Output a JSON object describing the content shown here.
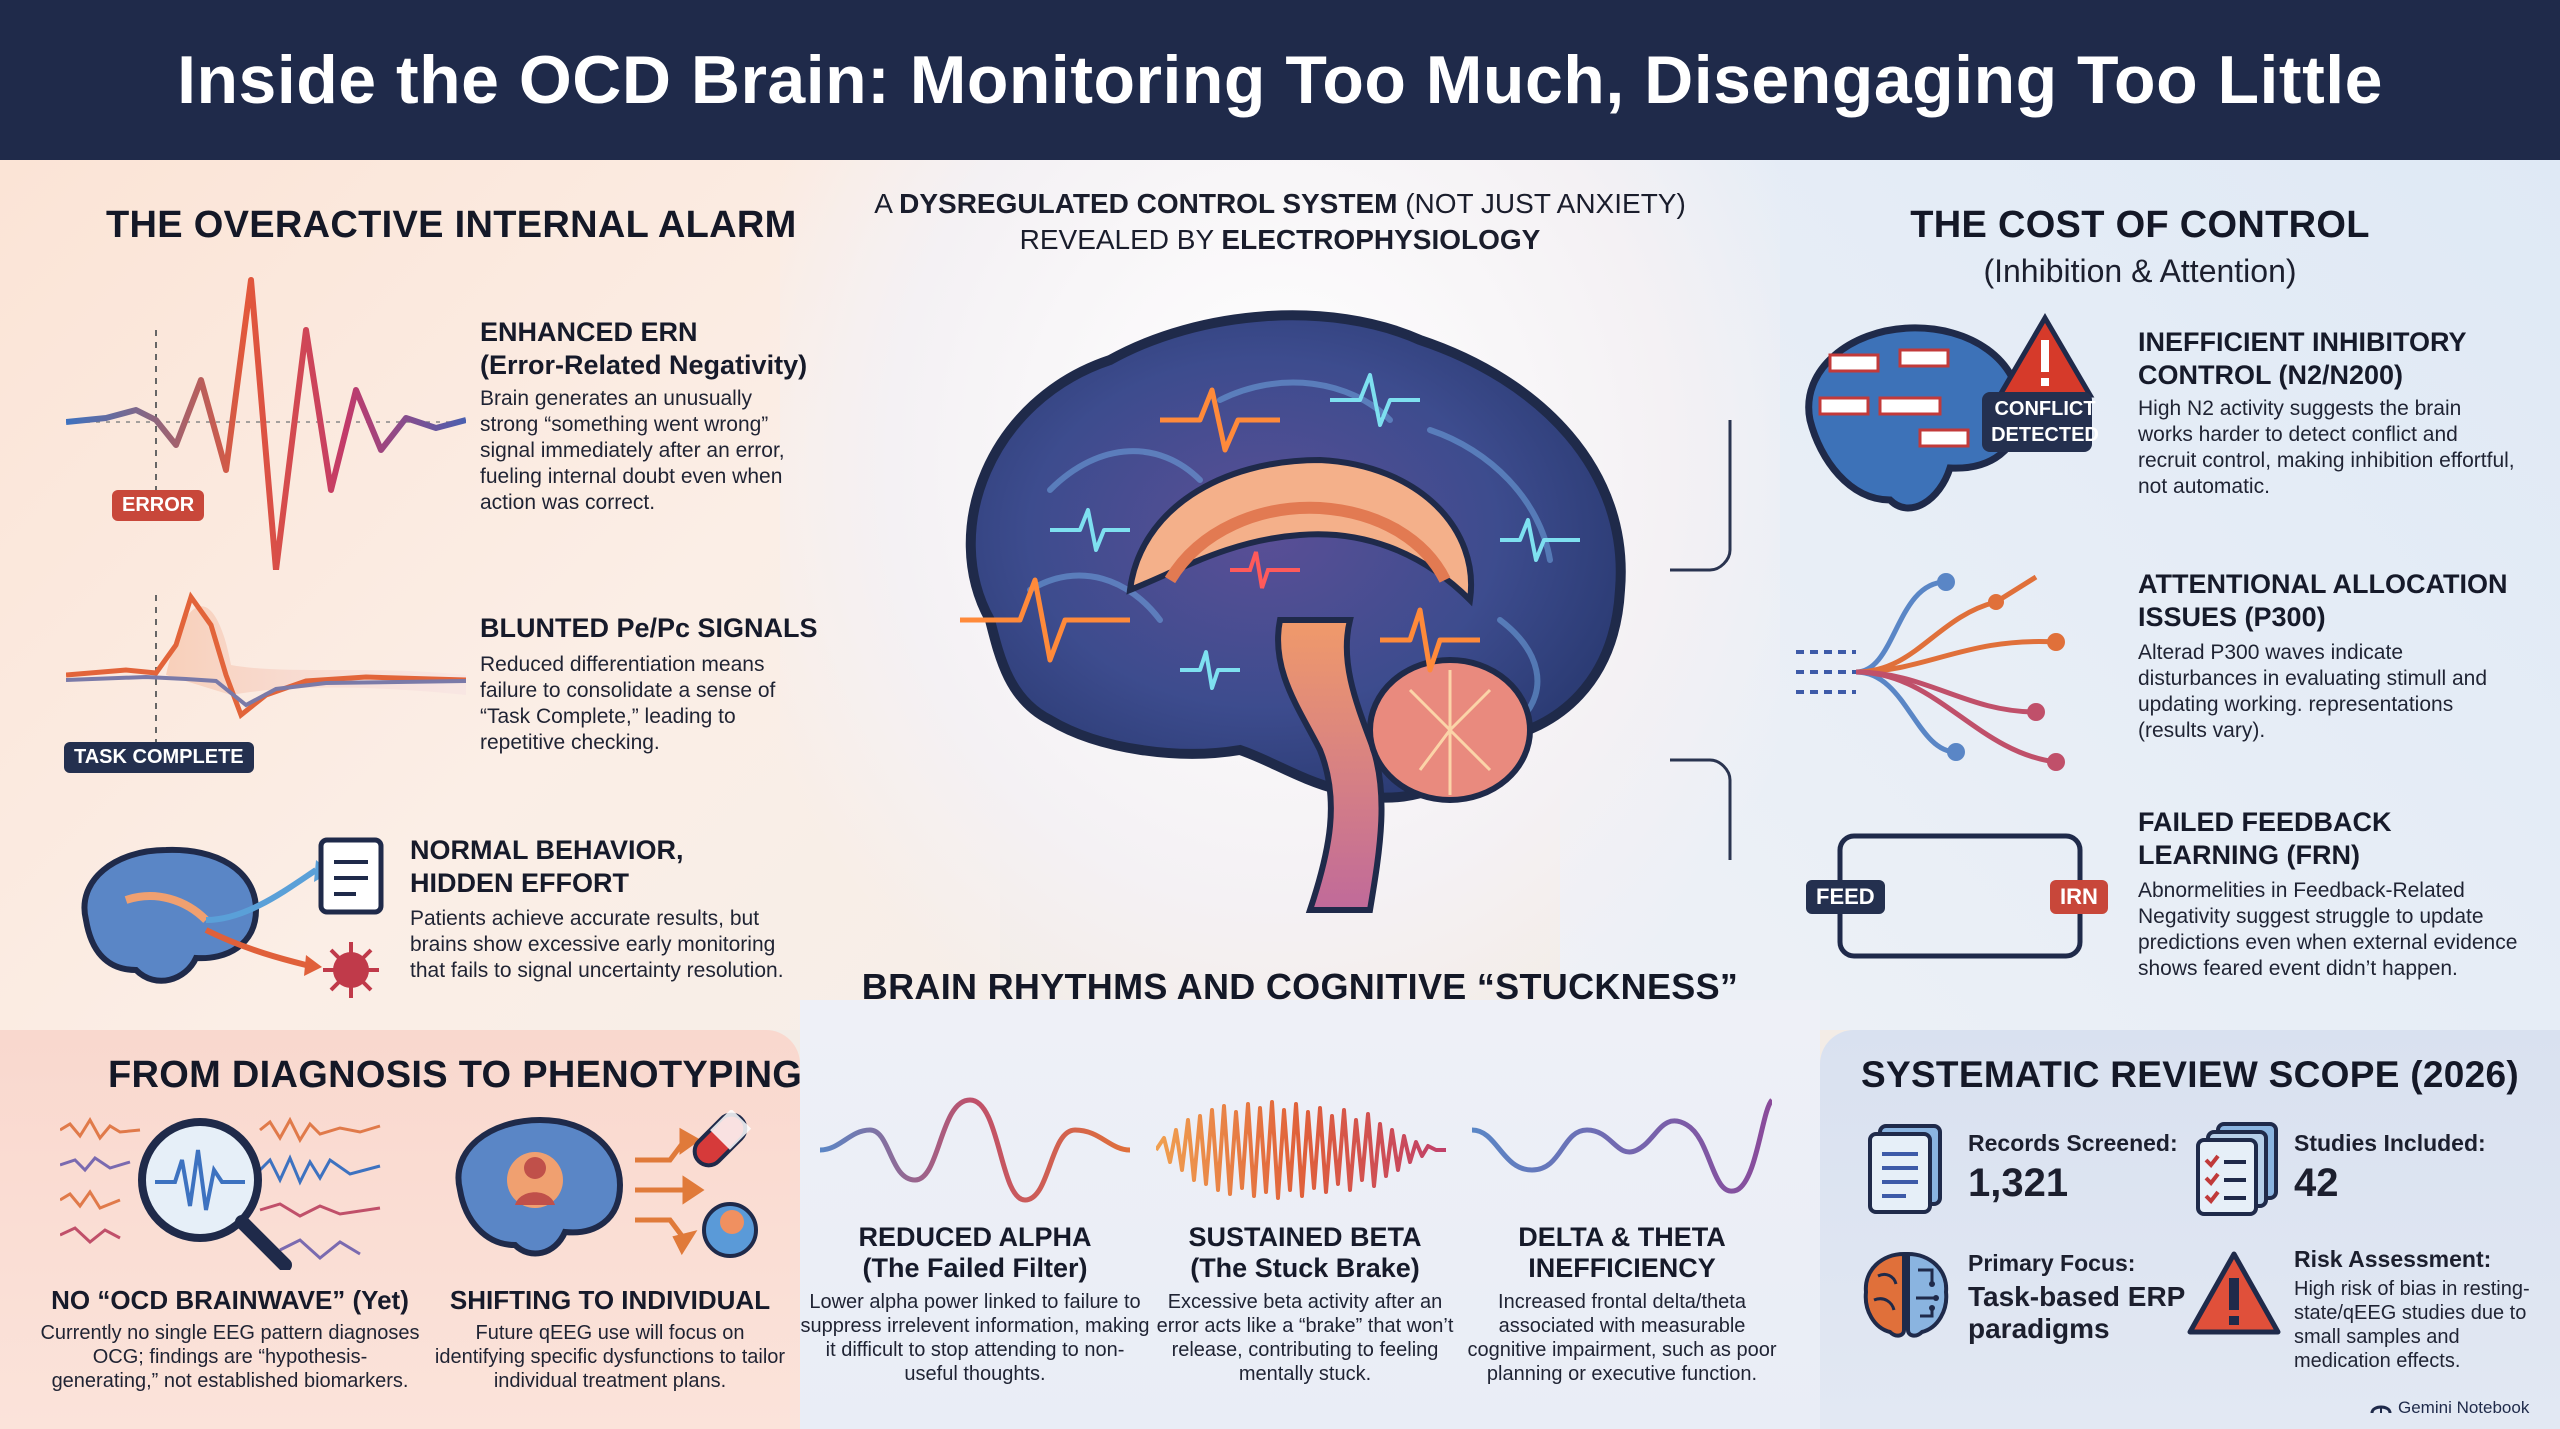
{
  "header": {
    "title": "Inside the OCD Brain: Monitoring Too Much, Disengaging Too Little"
  },
  "center": {
    "subtitle_line1_a": "A ",
    "subtitle_line1_b": "DYSREGULATED CONTROL SYSTEM",
    "subtitle_line1_c": " (NOT JUST ANXIETY)",
    "subtitle_line2_a": "REVEALED BY ",
    "subtitle_line2_b": "ELECTROPHYSIOLOGY"
  },
  "left": {
    "title": "THE OVERACTIVE INTERNAL ALARM",
    "ern": {
      "title1": "ENHANCED ERN",
      "title2": "(Error-Related Negativity)",
      "body": "Brain generates an unusually strong “something went wrong” signal immediately after an error, fueling internal doubt even when action was correct.",
      "tag": "ERROR"
    },
    "pe": {
      "title": "BLUNTED Pe/Pc SIGNALS",
      "body": "Reduced differentiation means failure to consolidate a sense of “Task Complete,” leading to repetitive checking.",
      "tag": "TASK COMPLETE"
    },
    "normal": {
      "title1": "NORMAL BEHAVIOR,",
      "title2": "HIDDEN EFFORT",
      "body": "Patients achieve accurate results, but brains show excessive early monitoring that fails to signal uncertainty resolution."
    }
  },
  "right": {
    "title": "THE COST OF CONTROL",
    "subtitle": "(Inhibition & Attention)",
    "n2": {
      "title1": "INEFFICIENT INHIBITORY",
      "title2": "CONTROL (N2/N200)",
      "body": "High N2 activity suggests the brain works harder to detect conflict and recruit control, making inhibition effortful, not automatic.",
      "tag1": "CONFLICT",
      "tag2": "DETECTED"
    },
    "p300": {
      "title1": "ATTENTIONAL ALLOCATION",
      "title2": "ISSUES (P300)",
      "body": "Alterad P300 waves indicate disturbances in evaluating stimull and updating working. representations (results vary)."
    },
    "frn": {
      "title1": "FAILED FEEDBACK",
      "title2": "LEARNING (FRN)",
      "body": "Abnormelities in Feedback-Related Negativity suggest struggle to update predictions even when external evidence shows feared event didn’t happen.",
      "tag_feed": "FEED",
      "tag_irn": "IRN"
    }
  },
  "bottom_left": {
    "title": "FROM DIAGNOSIS TO PHENOTYPING",
    "col1": {
      "title": "NO “OCD BRAINWAVE” (Yet)",
      "body": "Currently no single EEG pattern diagnoses OCG; findings are “hypothesis-generating,” not established biomarkers."
    },
    "col2": {
      "title": "SHIFTING TO INDIVIDUAL",
      "body": "Future qEEG use will focus on identifying specific dysfunctions to tailor individual treatment plans."
    }
  },
  "bottom_center": {
    "title": "BRAIN RHYTHMS AND COGNITIVE “STUCKNESS”",
    "alpha": {
      "title1": "REDUCED ALPHA",
      "title2": "(The Failed Filter)",
      "body": "Lower alpha power linked to failure to suppress irrelevent information, making it difficult to stop attending to non-useful thoughts."
    },
    "beta": {
      "title1": "SUSTAINED BETA",
      "title2": "(The Stuck Brake)",
      "body": "Excessive beta activity after an error acts like a “brake” that won’t release, contributing to feeling mentally stuck."
    },
    "delta": {
      "title1": "DELTA & THETA",
      "title2": "INEFFICIENCY",
      "body": "Increased frontal delta/theta associated with measurable cognitive impairment, such as poor planning or executive function."
    }
  },
  "bottom_right": {
    "title": "SYSTEMATIC REVIEW SCOPE (2026)",
    "records": {
      "label": "Records Screened:",
      "value": "1,321"
    },
    "studies": {
      "label": "Studies Included:",
      "value": "42"
    },
    "focus": {
      "label": "Primary Focus:",
      "value1": "Task-based ERP",
      "value2": "paradigms"
    },
    "risk": {
      "label": "Risk Assessment:",
      "body": "High risk of bias in resting-state/qEEG studies due to small samples and medication effects."
    }
  },
  "footer": {
    "brand": "Gemini Notebook"
  },
  "colors": {
    "header": "#1f2a4a",
    "accent_red": "#c8473a",
    "accent_orange": "#e8763a",
    "accent_blue": "#3d86c6",
    "accent_purple": "#8a4a9a"
  }
}
